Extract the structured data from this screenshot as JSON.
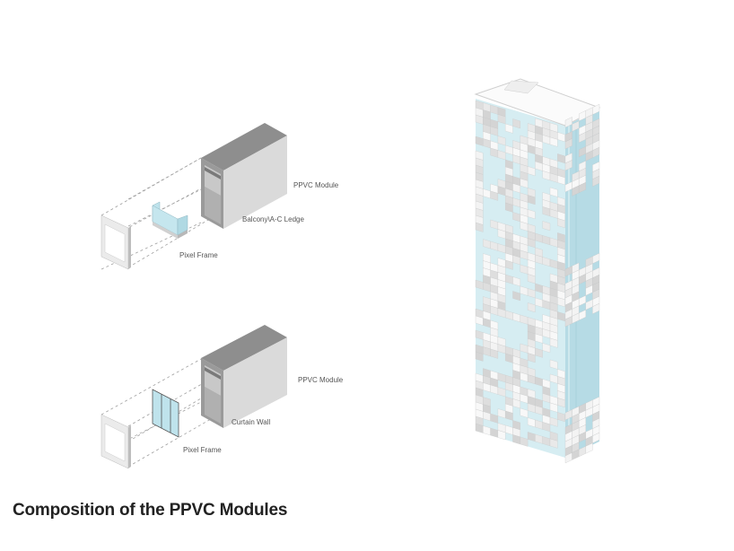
{
  "title": "Composition of the PPVC Modules",
  "diagrams": [
    {
      "name": "balcony-assembly",
      "labels": {
        "module": "PPVC Module",
        "middle": "Balcony\\A-C Ledge",
        "frame": "Pixel Frame"
      }
    },
    {
      "name": "curtain-wall-assembly",
      "labels": {
        "module": "PPVC Module",
        "middle": "Curtain Wall",
        "frame": "Pixel Frame"
      }
    }
  ],
  "colors": {
    "module_top": "#8c8c8c",
    "module_side": "#d9d9d9",
    "module_inner": "#b5b5b5",
    "frame": "#e6e6e6",
    "glass": "#bfe3ec",
    "glass_dark": "#a8d3df",
    "pixel_light": "#f0f0f0",
    "pixel_mid": "#dcdcdc",
    "dash": "#999999",
    "text": "#555555",
    "title": "#222222"
  }
}
